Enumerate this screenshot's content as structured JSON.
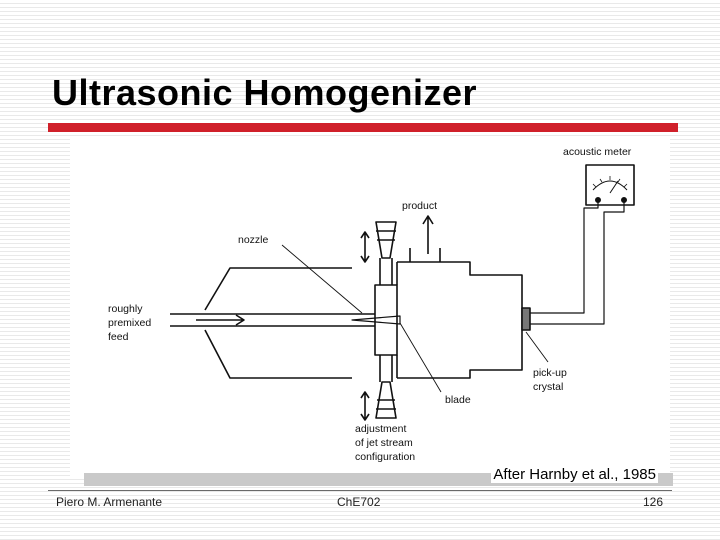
{
  "slide": {
    "title": "Ultrasonic Homogenizer",
    "caption": "After Harnby et al., 1985"
  },
  "footer": {
    "author": "Piero M. Armenante",
    "course": "ChE702",
    "page": "126"
  },
  "diagram": {
    "labels": {
      "acoustic_meter": "acoustic meter",
      "product": "product",
      "nozzle": "nozzle",
      "feed_line1": "roughly",
      "feed_line2": "premixed",
      "feed_line3": "feed",
      "pickup_line1": "pick-up",
      "pickup_line2": "crystal",
      "blade": "blade",
      "adjust_line1": "adjustment",
      "adjust_line2": "of jet stream",
      "adjust_line3": "configuration"
    }
  },
  "colors": {
    "accent_rule": "#d0202a",
    "ink": "#111111"
  }
}
